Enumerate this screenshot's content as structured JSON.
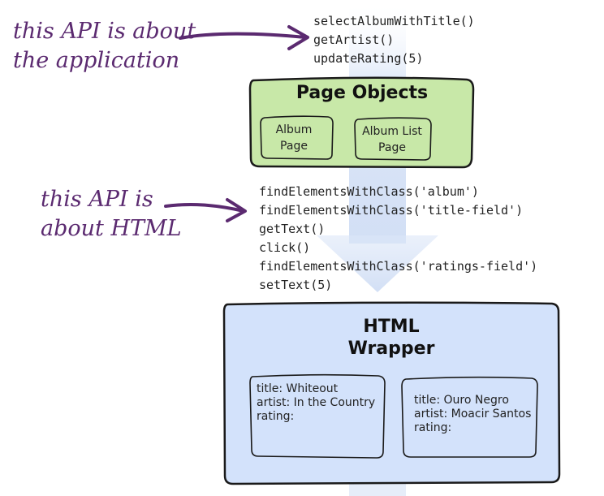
{
  "annotations": {
    "application_api": [
      "this API is about",
      "the application"
    ],
    "html_api": [
      "this API is",
      "about HTML"
    ]
  },
  "page_object_calls": [
    "selectAlbumWithTitle()",
    "getArtist()",
    "updateRating(5)"
  ],
  "page_objects": {
    "title": "Page Objects",
    "items": [
      {
        "lines": [
          "Album",
          "Page"
        ]
      },
      {
        "lines": [
          "Album List",
          "Page"
        ]
      }
    ]
  },
  "html_calls": [
    "findElementsWithClass('album')",
    "findElementsWithClass('title-field')",
    "getText()",
    "click()",
    "findElementsWithClass('ratings-field')",
    "setText(5)"
  ],
  "html_wrapper": {
    "title": [
      "HTML",
      "Wrapper"
    ],
    "records": [
      {
        "lines": [
          "title: Whiteout",
          "artist: In the Country",
          "rating:"
        ]
      },
      {
        "lines": [
          "title: Ouro Negro",
          "artist: Moacir Santos",
          "rating:"
        ]
      }
    ]
  },
  "colors": {
    "annotation": "#5b2a70",
    "page_objects_fill": "#c8e8a8",
    "html_wrapper_fill": "#d3e2fb",
    "flow_arrow": "#dbe6f7",
    "outline": "#1a1a1a"
  }
}
